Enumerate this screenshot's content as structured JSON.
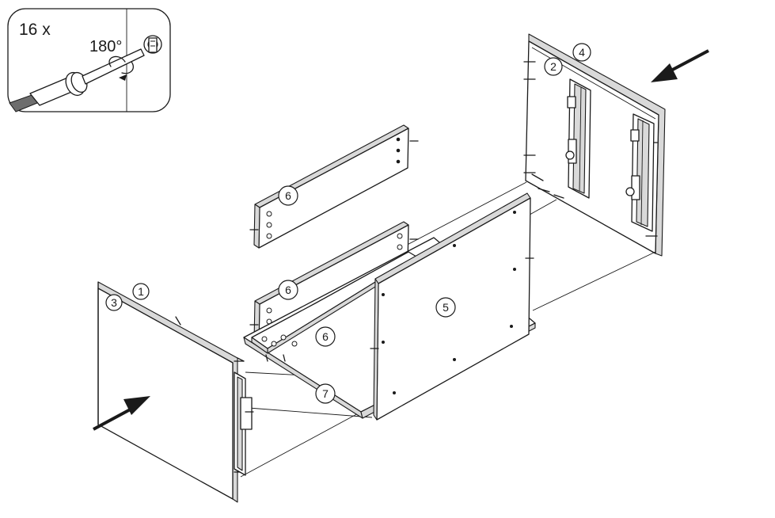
{
  "inset": {
    "quantity_label": "16 x",
    "rotation_label": "180°"
  },
  "callouts": {
    "c1": "1",
    "c2": "2",
    "c3": "3",
    "c4": "4",
    "c5": "5",
    "c6_top": "6",
    "c6_mid": "6",
    "c6_bottom": "6",
    "c7": "7"
  },
  "colors": {
    "line": "#1a1a1a",
    "panel": "#ffffff",
    "edge_fill": "#d9d9d9"
  }
}
